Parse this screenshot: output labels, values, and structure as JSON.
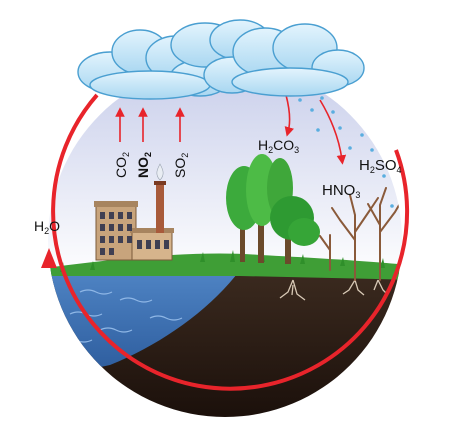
{
  "emissions": [
    {
      "formula": "CO",
      "sub": "2"
    },
    {
      "formula": "NO",
      "sub": "2"
    },
    {
      "formula": "SO",
      "sub": "2"
    }
  ],
  "acids": {
    "carbonic": {
      "pre": "H",
      "sub1": "2",
      "mid": "CO",
      "sub2": "3"
    },
    "nitric": {
      "pre": "HNO",
      "sub1": "3"
    },
    "sulfuric": {
      "pre": "H",
      "sub1": "2",
      "mid": "SO",
      "sub2": "4"
    }
  },
  "water": {
    "pre": "H",
    "sub1": "2",
    "post": "O"
  },
  "colors": {
    "cycle_arrow": "#e8242b",
    "cloud": "#bfe4f7",
    "cloud_outline": "#4a9fd1",
    "water": "#3a6fb3",
    "soil": "#2a1a12",
    "grass": "#2f8f2a",
    "tree": "#3caa3c",
    "factory": "#c8a47c"
  }
}
